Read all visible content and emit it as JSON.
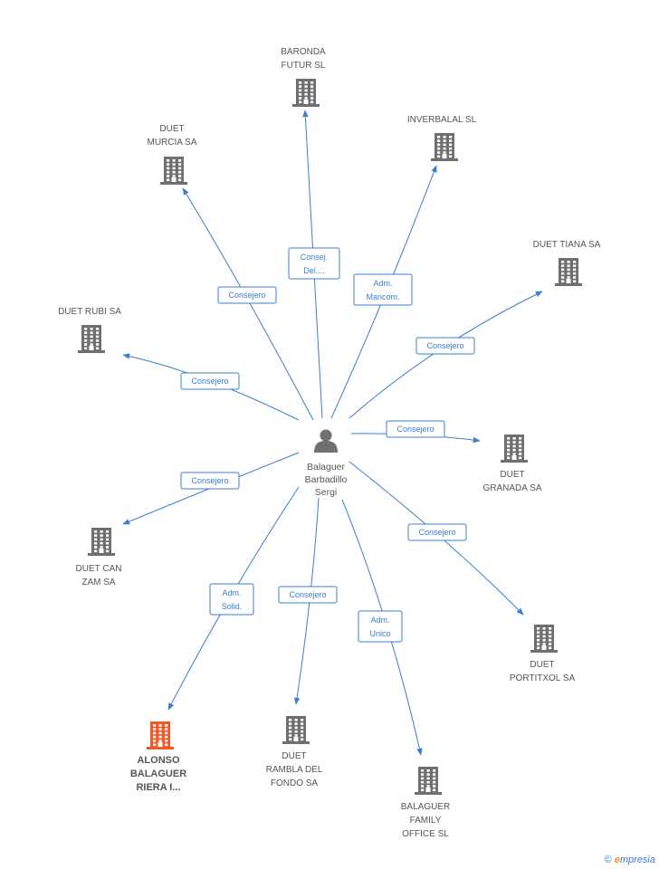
{
  "center": {
    "name_lines": [
      "Balaguer",
      "Barbadillo",
      "Sergi"
    ],
    "icon": "person-icon"
  },
  "nodes": [
    {
      "id": "baronda",
      "lines": [
        "BARONDA",
        "FUTUR SL"
      ],
      "relation": [
        "Consej.",
        "Del...."
      ],
      "icon": "building-icon",
      "highlight": false
    },
    {
      "id": "inverbalal",
      "lines": [
        "INVERBALAL SL"
      ],
      "relation": [
        "Adm.",
        "Mancom."
      ],
      "icon": "building-icon",
      "highlight": false
    },
    {
      "id": "duet-murcia",
      "lines": [
        "DUET",
        "MURCIA SA"
      ],
      "relation": [
        "Consejero"
      ],
      "icon": "building-icon",
      "highlight": false
    },
    {
      "id": "duet-tiana",
      "lines": [
        "DUET TIANA SA"
      ],
      "relation": [
        "Consejero"
      ],
      "icon": "building-icon",
      "highlight": false
    },
    {
      "id": "duet-rubi",
      "lines": [
        "DUET RUBI SA"
      ],
      "relation": [
        "Consejero"
      ],
      "icon": "building-icon",
      "highlight": false
    },
    {
      "id": "duet-granada",
      "lines": [
        "DUET",
        "GRANADA SA"
      ],
      "relation": [
        "Consejero"
      ],
      "icon": "building-icon",
      "highlight": false
    },
    {
      "id": "duet-can-zam",
      "lines": [
        "DUET CAN",
        "ZAM SA"
      ],
      "relation": [
        "Consejero"
      ],
      "icon": "building-icon",
      "highlight": false
    },
    {
      "id": "duet-portitxol",
      "lines": [
        "DUET",
        "PORTITXOL SA"
      ],
      "relation": [
        "Consejero"
      ],
      "icon": "building-icon",
      "highlight": false
    },
    {
      "id": "alonso-balaguer",
      "lines": [
        "ALONSO",
        "BALAGUER",
        "RIERA I..."
      ],
      "relation": [
        "Adm.",
        "Solid."
      ],
      "icon": "building-icon",
      "highlight": true
    },
    {
      "id": "duet-rambla",
      "lines": [
        "DUET",
        "RAMBLA DEL",
        "FONDO SA"
      ],
      "relation": [
        "Consejero"
      ],
      "icon": "building-icon",
      "highlight": false
    },
    {
      "id": "balaguer-family",
      "lines": [
        "BALAGUER",
        "FAMILY",
        "OFFICE SL"
      ],
      "relation": [
        "Adm.",
        "Unico"
      ],
      "icon": "building-icon",
      "highlight": false
    }
  ],
  "colors": {
    "edge": "#3a7dd2",
    "building": "#6f6f6f",
    "building_highlight": "#f05a28",
    "person": "#6f6f6f",
    "text": "#555555"
  },
  "brand": {
    "copyright": "©",
    "e": "e",
    "rest": "mpresia"
  }
}
